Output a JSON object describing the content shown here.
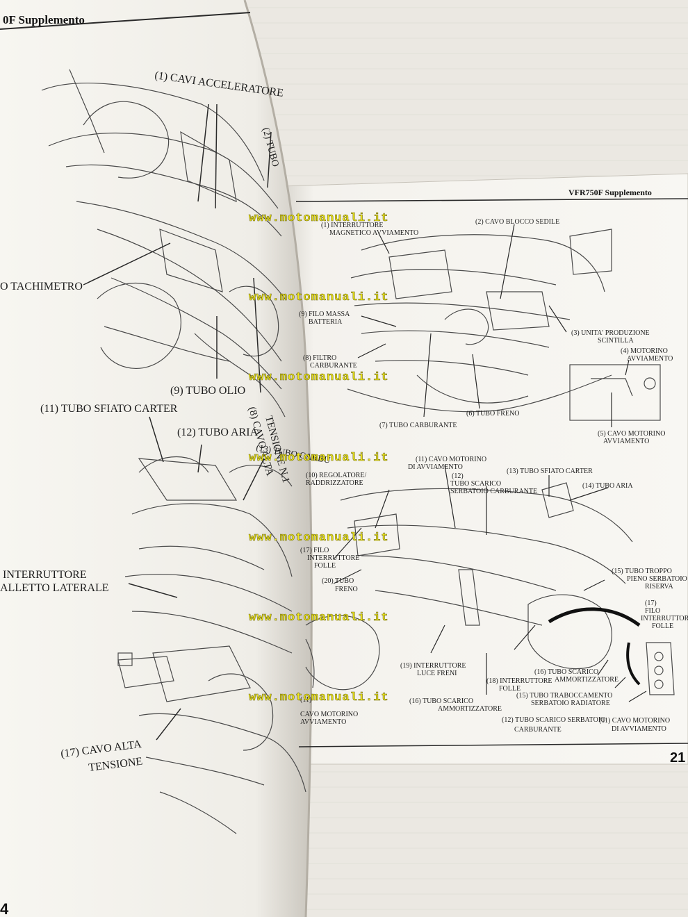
{
  "left_page": {
    "header": "0F Supplemento",
    "page_number": "4",
    "labels": [
      "(1) CAVI ACCELERATORE",
      "(2) TUBO",
      "O TACHIMETRO",
      "(9) TUBO OLIO",
      "(8) CAVO ALTA",
      "TENSIONE N.1",
      "(11) TUBO SFIATO CARTER",
      "(12) TUBO ARIA",
      "(13) TUBO CARBU",
      "INTERRUTTORE",
      "ALLETTO LATERALE",
      "(17) CAVO ALTA",
      "TENSIONE"
    ]
  },
  "right_page": {
    "header": "VFR750F Supplemento",
    "page_number": "21",
    "top_labels": [
      "(1) INTERRUTTORE",
      "MAGNETICO AVVIAMENTO",
      "(2) CAVO BLOCCO SEDILE",
      "(9) FILO MASSA",
      "BATTERIA",
      "(3) UNITA' PRODUZIONE",
      "SCINTILLA",
      "(8) FILTRO",
      "CARBURANTE",
      "(4) MOTORINO",
      "AVVIAMENTO",
      "(7) TUBO CARBURANTE",
      "(6) TUBO FRENO",
      "(5) CAVO MOTORINO",
      "AVVIAMENTO"
    ],
    "bottom_labels": [
      "(11) CAVO MOTORINO",
      "DI AVVIAMENTO",
      "(13) TUBO SFIATO CARTER",
      "(10) REGOLATORE/",
      "RADDRIZZATORE",
      "(12)",
      "TUBO SCARICO",
      "SERBATOIO CARBURANTE",
      "(14) TUBO ARIA",
      "(17) FILO",
      "INTERRUTTORE",
      "FOLLE",
      "(20) TUBO",
      "FRENO",
      "(15) TUBO TROPPO",
      "PIENO SERBATOIO",
      "RISERVA",
      "(17)",
      "FILO",
      "INTERRUTTORE",
      "FOLLE",
      "(19) INTERRUTTORE",
      "LUCE FRENI",
      "(18) INTERRUTTORE",
      "FOLLE",
      "(16) TUBO SCARICO",
      "AMMORTIZZATORE",
      "(16) TUBO SCARICO",
      "AMMORTIZZATORE",
      "(15) TUBO TRABOCCAMENTO",
      "SERBATOIO RADIATORE",
      "(11)",
      "CAVO MOTORINO",
      "AVVIAMENTO",
      "(12) TUBO SCARICO SERBATOIO",
      "CARBURANTE",
      "(11) CAVO MOTORINO",
      "DI AVVIAMENTO"
    ]
  },
  "watermark": "www.motomanuali.it",
  "colors": {
    "background": "#e9e6e0",
    "paper": "#f6f4ef",
    "watermark": "#f2ea1a"
  }
}
